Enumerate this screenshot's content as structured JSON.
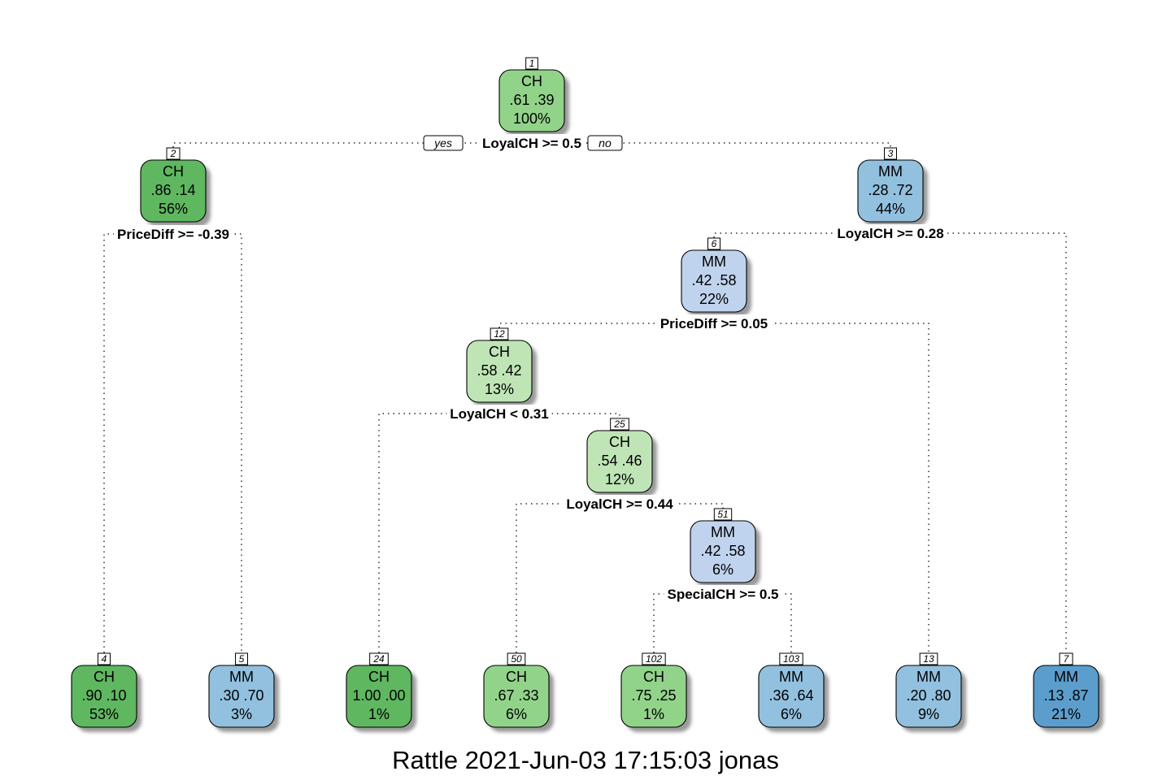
{
  "caption": "Rattle 2021-Jun-03 17:15:03 jonas",
  "legend": {
    "yes": "yes",
    "no": "no"
  },
  "colors": {
    "ch_dark": "#5fb760",
    "ch_mid": "#92d38a",
    "ch_light": "#bfe5b6",
    "mm_light": "#bfd3ee",
    "mm_mid": "#92c0df",
    "mm_dark": "#5b9ecd"
  },
  "nodes": [
    {
      "id": "1",
      "class": "CH",
      "probs": ".61  .39",
      "pct": "100%",
      "color": "ch_mid"
    },
    {
      "id": "2",
      "class": "CH",
      "probs": ".86  .14",
      "pct": "56%",
      "color": "ch_dark"
    },
    {
      "id": "3",
      "class": "MM",
      "probs": ".28  .72",
      "pct": "44%",
      "color": "mm_mid"
    },
    {
      "id": "6",
      "class": "MM",
      "probs": ".42  .58",
      "pct": "22%",
      "color": "mm_light"
    },
    {
      "id": "12",
      "class": "CH",
      "probs": ".58  .42",
      "pct": "13%",
      "color": "ch_light"
    },
    {
      "id": "25",
      "class": "CH",
      "probs": ".54  .46",
      "pct": "12%",
      "color": "ch_light"
    },
    {
      "id": "51",
      "class": "MM",
      "probs": ".42  .58",
      "pct": "6%",
      "color": "mm_light"
    },
    {
      "id": "4",
      "class": "CH",
      "probs": ".90  .10",
      "pct": "53%",
      "color": "ch_dark"
    },
    {
      "id": "5",
      "class": "MM",
      "probs": ".30  .70",
      "pct": "3%",
      "color": "mm_mid"
    },
    {
      "id": "24",
      "class": "CH",
      "probs": "1.00  .00",
      "pct": "1%",
      "color": "ch_dark"
    },
    {
      "id": "50",
      "class": "CH",
      "probs": ".67  .33",
      "pct": "6%",
      "color": "ch_mid"
    },
    {
      "id": "102",
      "class": "CH",
      "probs": ".75  .25",
      "pct": "1%",
      "color": "ch_mid"
    },
    {
      "id": "103",
      "class": "MM",
      "probs": ".36  .64",
      "pct": "6%",
      "color": "mm_mid"
    },
    {
      "id": "13",
      "class": "MM",
      "probs": ".20  .80",
      "pct": "9%",
      "color": "mm_mid"
    },
    {
      "id": "7",
      "class": "MM",
      "probs": ".13  .87",
      "pct": "21%",
      "color": "mm_dark"
    }
  ],
  "splits": [
    {
      "node": "1",
      "label": "LoyalCH >= 0.5"
    },
    {
      "node": "2",
      "label": "PriceDiff >= -0.39"
    },
    {
      "node": "3",
      "label": "LoyalCH >= 0.28"
    },
    {
      "node": "6",
      "label": "PriceDiff >= 0.05"
    },
    {
      "node": "12",
      "label": "LoyalCH < 0.31"
    },
    {
      "node": "25",
      "label": "LoyalCH >= 0.44"
    },
    {
      "node": "51",
      "label": "SpecialCH >= 0.5"
    }
  ]
}
